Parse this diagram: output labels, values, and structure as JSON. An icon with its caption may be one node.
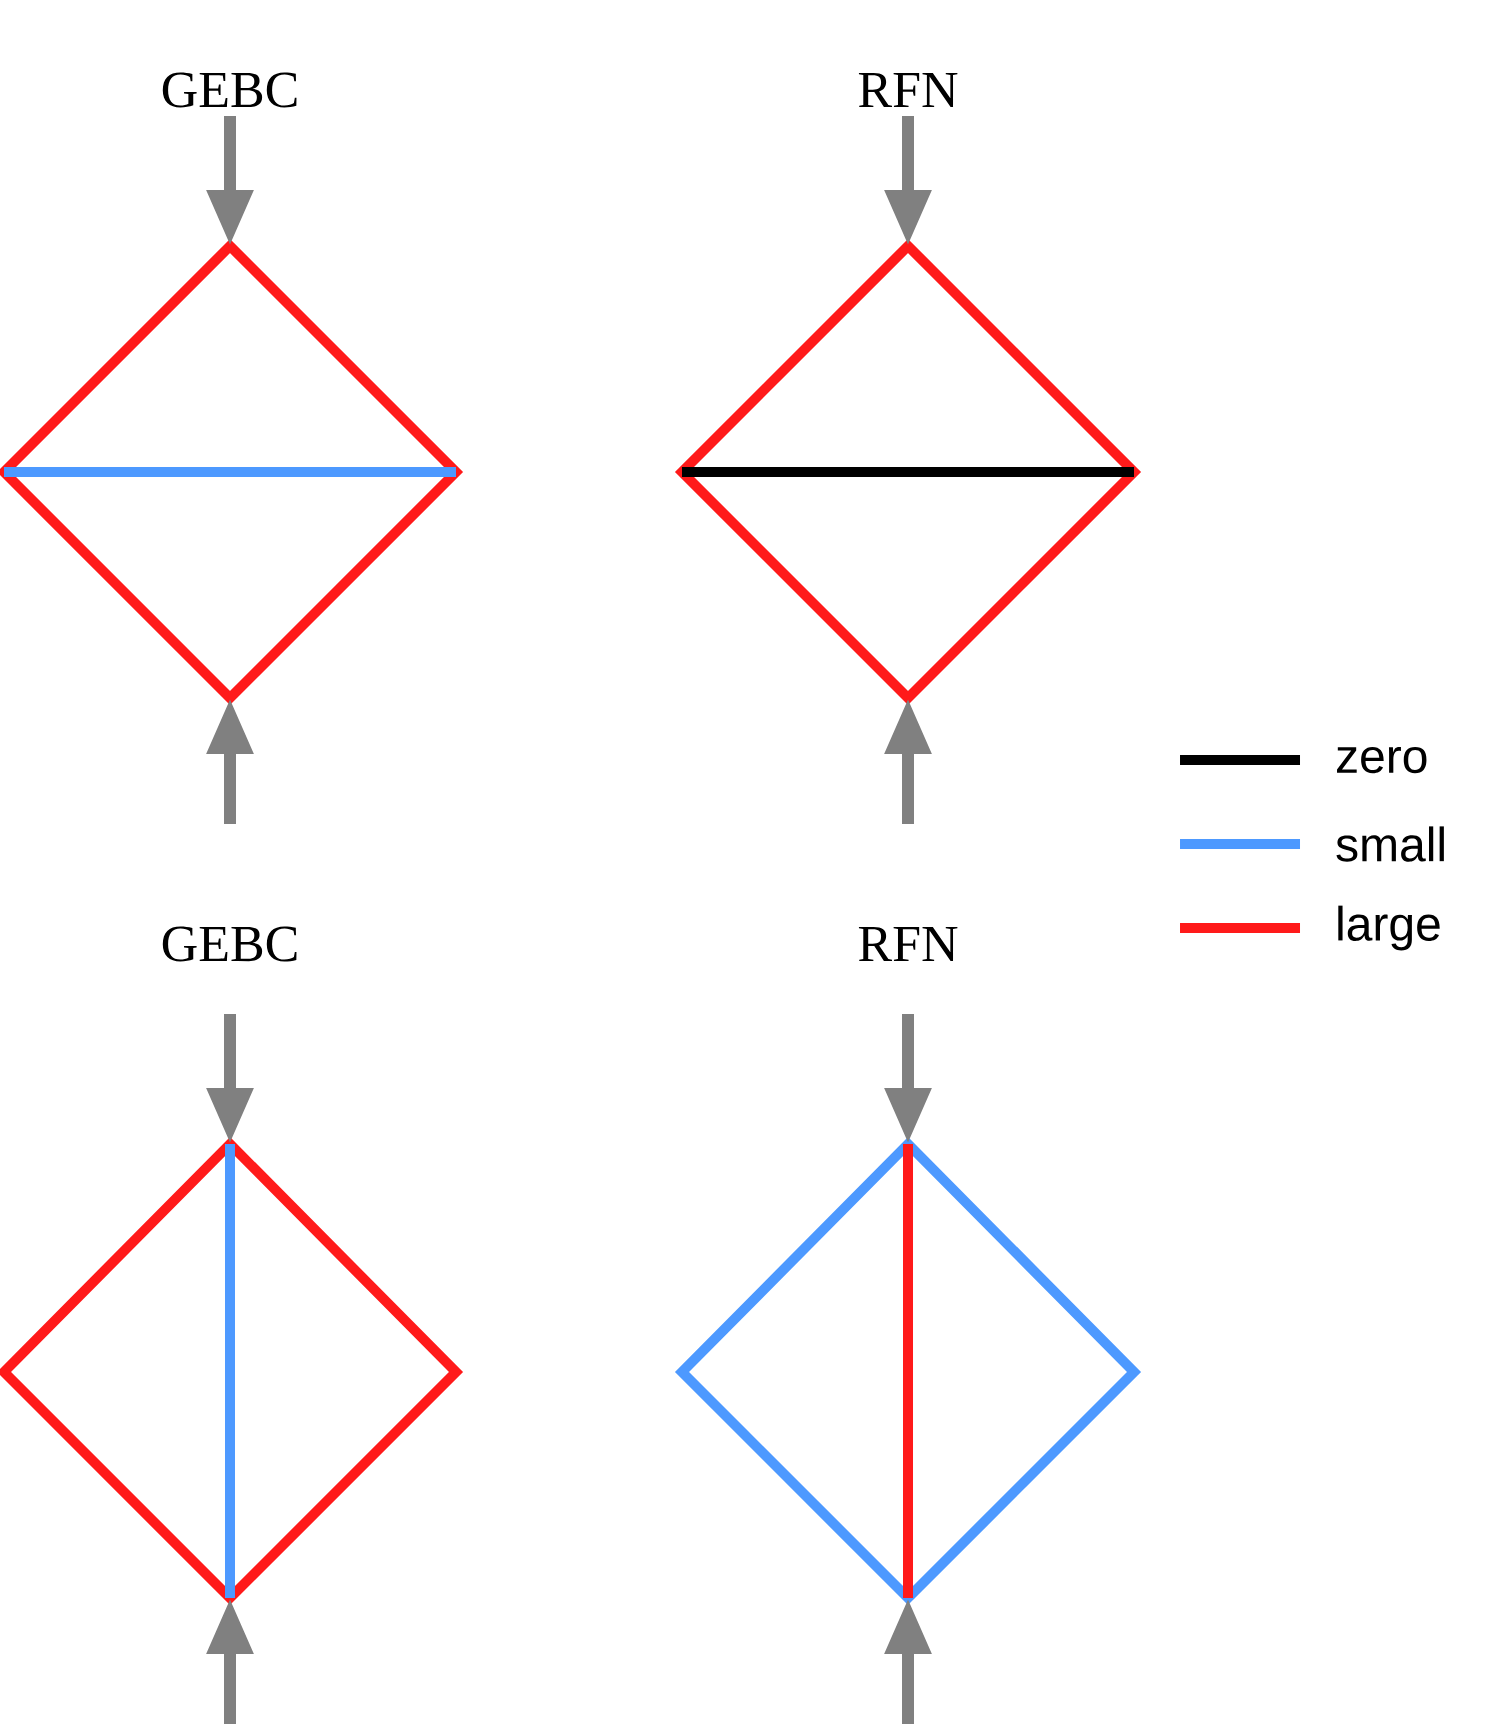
{
  "diagram": {
    "labels": [
      "GEBC",
      "RFN",
      "GEBC",
      "RFN"
    ],
    "legend": [
      {
        "text": "zero",
        "color": "#000000"
      },
      {
        "text": "small",
        "color": "#4d99ff"
      },
      {
        "text": "large",
        "color": "#ff1a1a"
      }
    ]
  }
}
